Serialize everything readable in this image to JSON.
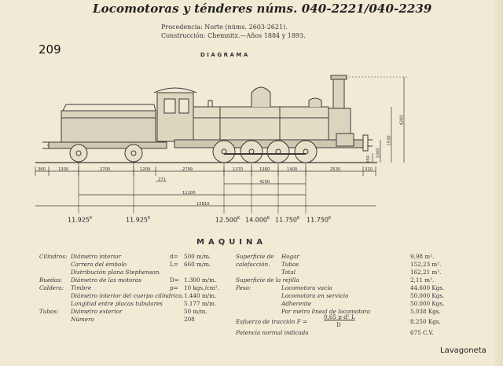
{
  "header": {
    "title": "Locomotoras y ténderes núms. 040-2221/040-2239",
    "procedencia": "Procedencia: Norte (núms. 2603-2621).",
    "construccion": "Construcción: Chemnitz.—Años 1884 y 1893.",
    "page_number": "209",
    "diagram_label": "DIAGRAMA"
  },
  "diagram": {
    "horizontal_dims": [
      "360",
      "1300",
      "2700",
      "1200",
      "2799",
      "271",
      "1370",
      "1360",
      "1400",
      "2530",
      "320",
      "4150",
      "11100",
      "15810"
    ],
    "vertical_dims": [
      "4200",
      "1930",
      "1000",
      "850"
    ],
    "wheel_loads": [
      "11.925",
      "11.925",
      "12.500",
      "14.000",
      "11.750",
      "11.750"
    ],
    "load_unit": "K"
  },
  "section_title": "MAQUINA",
  "specs_left": [
    {
      "group": "Cilindros:",
      "label": "Diámetro interior",
      "sym": "d=",
      "value": "500 m/m."
    },
    {
      "group": "",
      "label": "Carrera del émbolo",
      "sym": "L=",
      "value": "660 m/m."
    },
    {
      "group": "",
      "label": "Distribución plana Stephenson.",
      "sym": "",
      "value": ""
    },
    {
      "group": "Ruedas:",
      "label": "Diámetro de las motoras",
      "sym": "D=",
      "value": "1.300 m/m."
    },
    {
      "group": "Caldera:",
      "label": "Timbre",
      "sym": "p=",
      "value": "10 kgs./cm²."
    },
    {
      "group": "",
      "label": "Diámetro interior del cuerpo cilíndrico.",
      "sym": "",
      "value": "1.440 m/m."
    },
    {
      "group": "",
      "label": "Longitud entre placas tubulares",
      "sym": "",
      "value": "5.177 m/m."
    },
    {
      "group": "Tubos:",
      "label": "Diámetro exterior",
      "sym": "",
      "value": "50 m/m."
    },
    {
      "group": "",
      "label": "Número",
      "sym": "",
      "value": "208"
    }
  ],
  "specs_right": [
    {
      "group": "Superficie de",
      "label": "Hogar",
      "value": "9,98 m²."
    },
    {
      "group": "calefacción.",
      "label": "Tubos",
      "value": "152,23 m²."
    },
    {
      "group": "",
      "label": "Total",
      "value": "162,21 m²."
    },
    {
      "group": "Superficie de la rejilla",
      "label": "",
      "value": "2,11 m²."
    },
    {
      "group": "Peso:",
      "label": "Locomotora vacía",
      "value": "44.600 Kgs."
    },
    {
      "group": "",
      "label": "Locomotora en servicio",
      "value": "50.000 Kgs."
    },
    {
      "group": "",
      "label": "Adherente",
      "value": "50.000 Kgs."
    },
    {
      "group": "",
      "label": "Por metro lineal de locomotora",
      "value": "5.038 Kgs."
    },
    {
      "group": "Esfuerzo de tracción F =",
      "label": "0,65 p d² L",
      "denominator": "D",
      "value": "8.250 Kgs."
    },
    {
      "group": "Potencia normal indicada",
      "label": "",
      "value": "675 C.V."
    }
  ],
  "watermark": "Lavagoneta"
}
